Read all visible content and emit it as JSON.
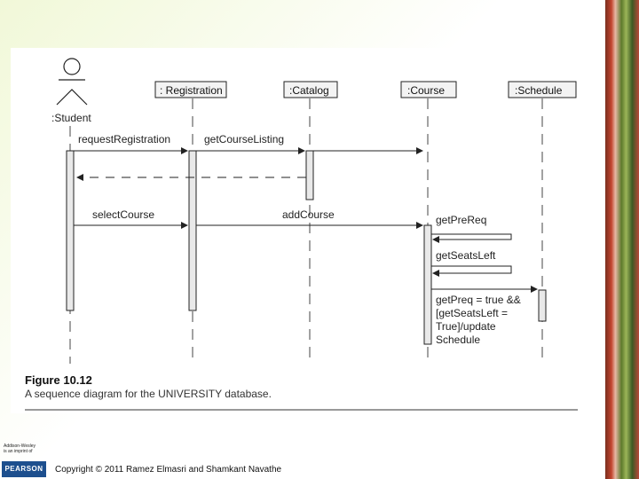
{
  "actor": {
    "label": ":Student"
  },
  "objects": [
    {
      "id": "registration",
      "label": ": Registration"
    },
    {
      "id": "catalog",
      "label": ":Catalog"
    },
    {
      "id": "course",
      "label": ":Course"
    },
    {
      "id": "schedule",
      "label": ":Schedule"
    }
  ],
  "messages": {
    "request_registration": "requestRegistration",
    "get_course_listing": "getCourseListing",
    "select_course": "selectCourse",
    "add_course": "addCourse",
    "get_pre_req": "getPreReq",
    "get_seats_left": "getSeatsLeft",
    "update_line1": "getPreq = true &&",
    "update_line2": "[getSeatsLeft =",
    "update_line3": "True]/update",
    "update_line4": "Schedule"
  },
  "caption": {
    "title": "Figure 10.12",
    "text": "A sequence diagram for the UNIVERSITY database."
  },
  "footer": {
    "publisher_line1": "Addison-Wesley",
    "publisher_line2": "is an imprint of",
    "logo_text": "PEARSON",
    "copyright": "Copyright © 2011 Ramez Elmasri and Shamkant Navathe"
  },
  "colors": {
    "slide_tint": "#f1f8d8",
    "object_box_fill": "#f3f3f3",
    "activation_fill": "#e9e9e9",
    "logo_blue": "#1d4f8e"
  }
}
